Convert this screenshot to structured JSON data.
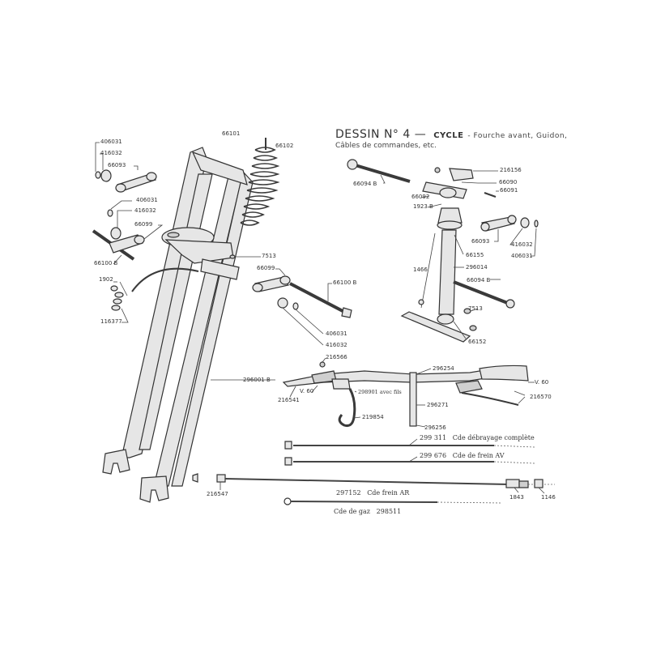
{
  "title": {
    "drawing": "DESSIN N° 4",
    "dash": "—",
    "section": "CYCLE",
    "description": "- Fourche avant, Guidon,",
    "subtitle": "Câbles de commandes, etc."
  },
  "fork_assembly": {
    "labels": {
      "washer_top_left": "406031",
      "nut_top_left": "416032",
      "link_top_left": "66093",
      "washer_mid_left": "406031",
      "nut_mid_left": "416032",
      "link_mid_left": "66099",
      "bolt_left": "66100 B",
      "spring_top": "66101",
      "spring_rod": "66102",
      "bushing": "1902",
      "bushing_washers": "116377",
      "grease_nipple": "7513",
      "link_right": "66099",
      "bolt_right": "66100 B",
      "washer_right": "406031",
      "nut_right": "416032",
      "fork": "296001 B"
    }
  },
  "steering_assembly": {
    "labels": {
      "top_nut": "216156",
      "long_bolt_top": "66094 B",
      "clamp": "66090",
      "clamp_bolt": "66091",
      "clamp_body": "66092",
      "clamp_pin": "1923 B",
      "link": "66093",
      "nut": "416032",
      "washer": "406031",
      "head_cup": "66155",
      "pin_1466": "1466",
      "stem_tube": "296014",
      "long_bolt_bottom": "66094 B",
      "grease_nipple": "7513",
      "bottom_crossbar": "66152"
    }
  },
  "handlebar_assembly": {
    "labels": {
      "screw_top": "216566",
      "left_grip_end": "216541",
      "left_lever_pos": "V. 60",
      "throttle_control": "298901 avec fils",
      "coil_cable": "219854",
      "collar": "296254",
      "stem": "296271",
      "stem_bottom": "296256",
      "right_grip": "V. 60",
      "brake_lever": "216570"
    }
  },
  "cables": [
    {
      "part": "299 311",
      "name": "Cde débrayage complète"
    },
    {
      "part": "299 676",
      "name": "Cde de frein AV"
    },
    {
      "part": "297152",
      "name": "Cde frein AR"
    },
    {
      "part": "298511",
      "name": "Cde de gaz"
    }
  ],
  "cable_parts": {
    "end_fitting": "216547",
    "adjuster": "1843",
    "stop": "1146"
  }
}
